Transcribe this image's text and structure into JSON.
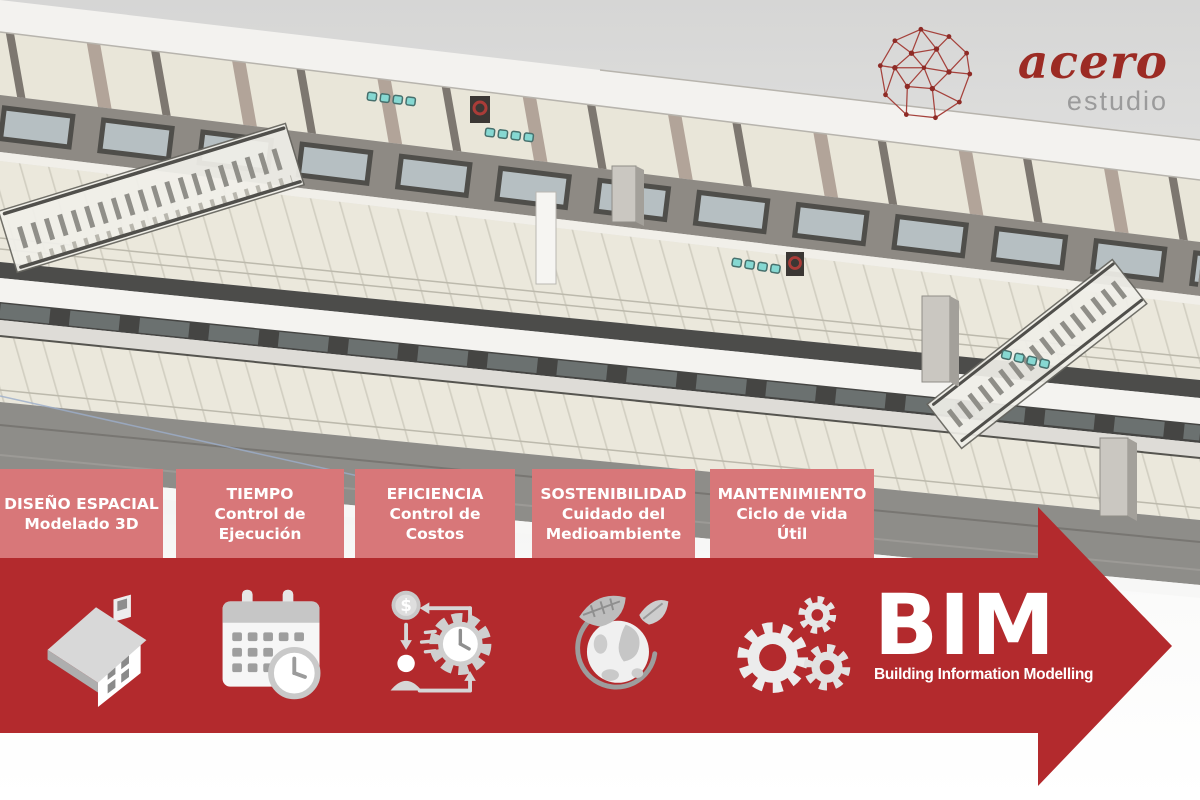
{
  "logo": {
    "brand": "acero",
    "sub": "estudio",
    "brand_color": "#9c2b24",
    "sub_color": "#9b9b9b",
    "mark": "network-sphere-icon"
  },
  "steps": [
    {
      "title": "DISEÑO ESPACIAL",
      "line1": "Modelado 3D",
      "line2": "",
      "icon": "isometric-house-icon"
    },
    {
      "title": "TIEMPO",
      "line1": "Control de",
      "line2": "Ejecución",
      "icon": "calendar-clock-icon"
    },
    {
      "title": "EFICIENCIA",
      "line1": "Control de",
      "line2": "Costos",
      "icon": "cost-time-cycle-icon"
    },
    {
      "title": "SOSTENIBILIDAD",
      "line1": "Cuidado del",
      "line2": "Medioambiente",
      "icon": "earth-leaves-icon"
    },
    {
      "title": "MANTENIMIENTO",
      "line1": "Ciclo de vida",
      "line2": "Útil",
      "icon": "gears-icon"
    }
  ],
  "banner": {
    "title": "BIM",
    "subtitle": "Building Information Modelling"
  },
  "colors": {
    "arrow_red": "#b32a2d",
    "box_salmon": "#d87779",
    "logo_red": "#9c2b24",
    "seat_teal": "#86d8d2"
  },
  "background_scene": "bim-3d-metro-station-model"
}
